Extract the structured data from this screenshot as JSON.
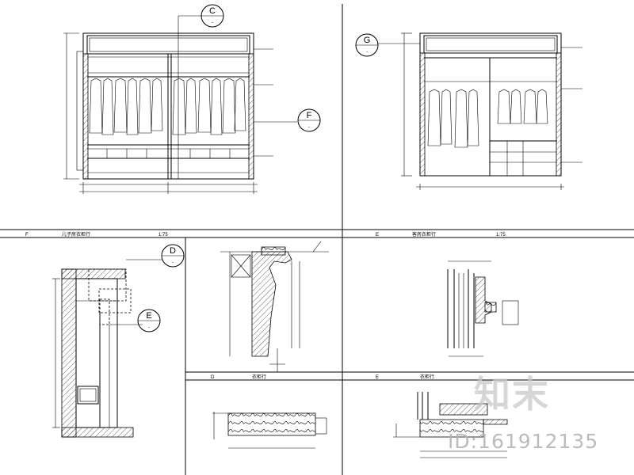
{
  "callouts": {
    "c": {
      "letter": "C",
      "sub": "-"
    },
    "f": {
      "letter": "F",
      "sub": "-"
    },
    "g": {
      "letter": "G",
      "sub": "-"
    },
    "d": {
      "letter": "D",
      "sub": "-"
    },
    "e": {
      "letter": "E",
      "sub": "-"
    }
  },
  "title_strips": {
    "left": {
      "num": "F",
      "name": "儿子房衣柜行",
      "scale": "1:75"
    },
    "right": {
      "num": "E",
      "name": "客房衣柜行",
      "scale": "1:75"
    },
    "bottom_center": {
      "num": "D",
      "name": "衣柜行"
    },
    "bottom_right": {
      "num": "E",
      "name": "衣柜行"
    }
  },
  "watermark": {
    "logo": "知末",
    "id": "ID:161912135"
  }
}
